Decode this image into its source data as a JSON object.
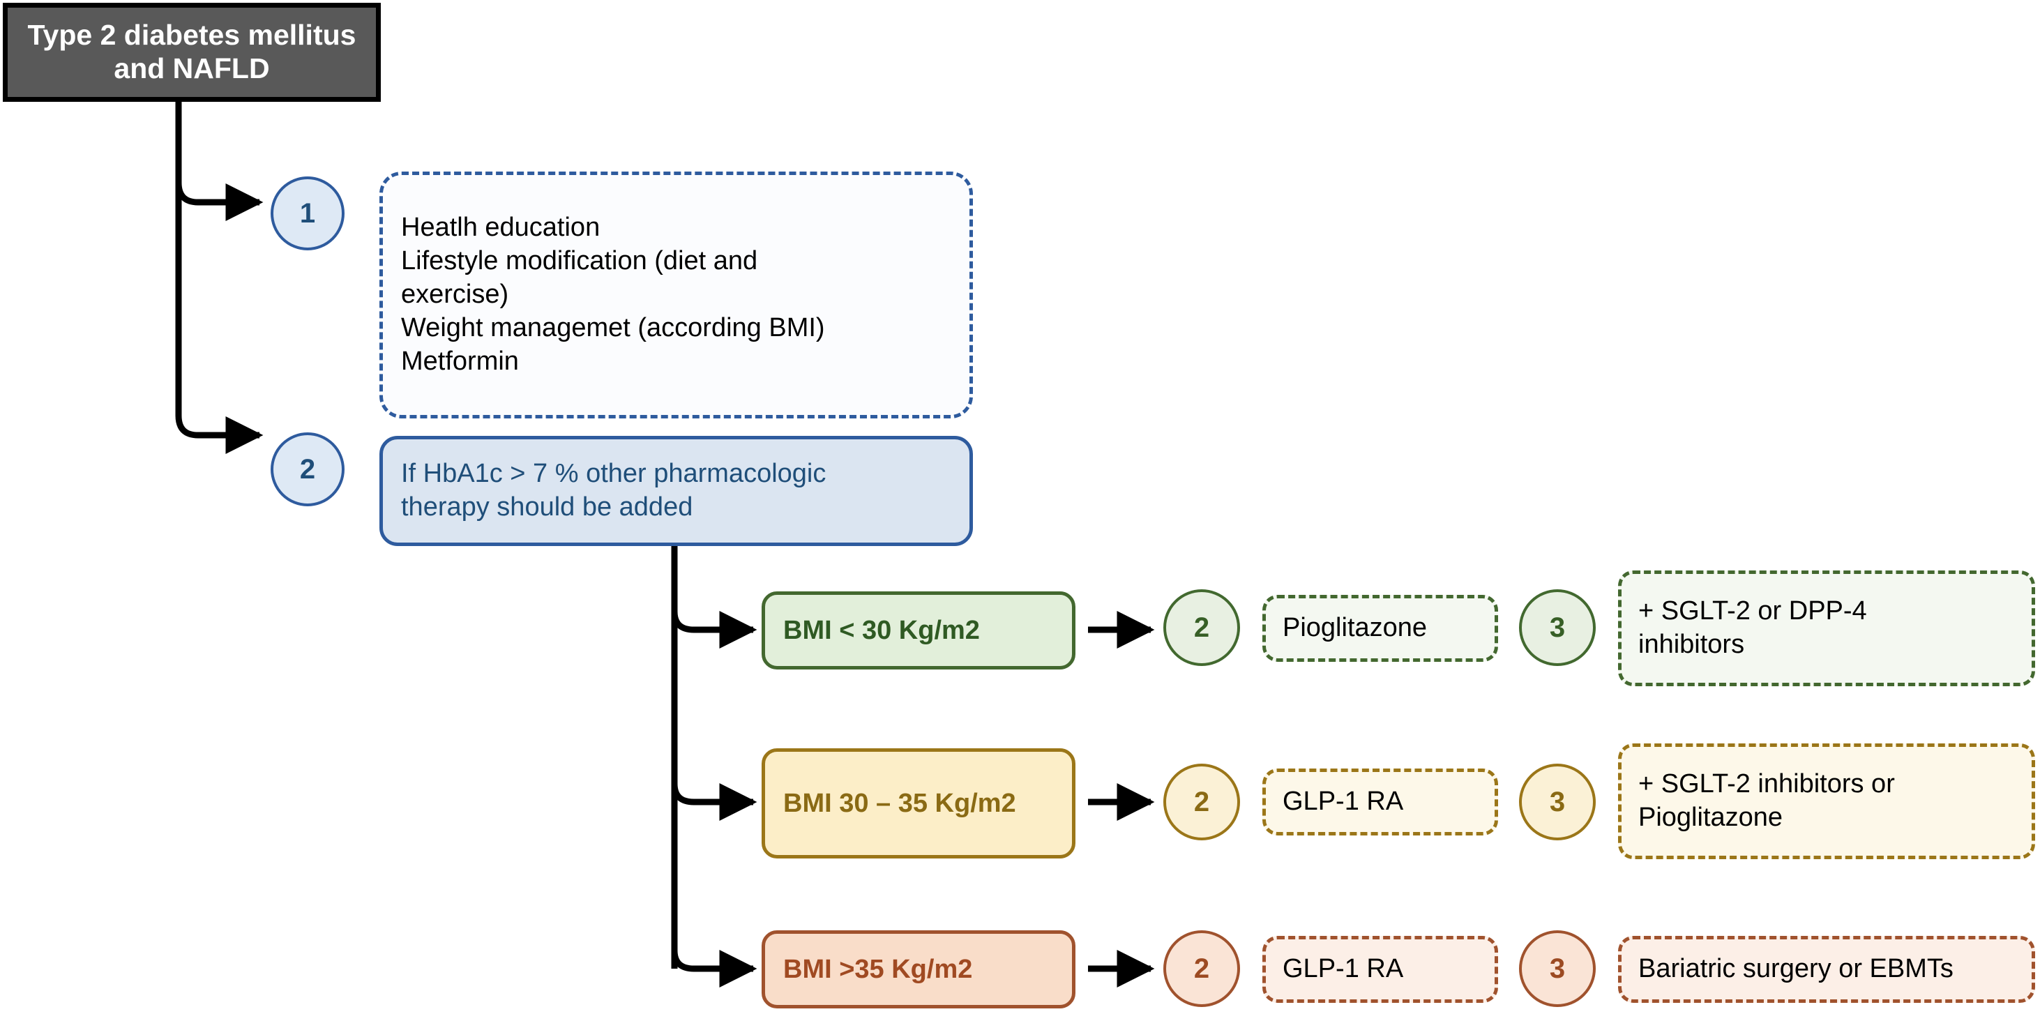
{
  "diagram": {
    "title_text": "Type 2 diabetes mellitus and NAFLD",
    "root": {
      "label": "Type 2 diabetes mellitus\nand NAFLD"
    },
    "steps": [
      {
        "number": "1",
        "body": "Heatlh education\nLifestyle modification (diet and\nexercise)\nWeight managemet (according BMI)\nMetformin"
      },
      {
        "number": "2",
        "body": "If HbA1c > 7 % other pharmacologic\ntherapy should be added"
      }
    ],
    "branches": [
      {
        "criteria": "BMI < 30 Kg/m2",
        "step_a_number": "2",
        "step_a_therapy": "Pioglitazone",
        "step_b_number": "3",
        "step_b_therapy": "+ SGLT-2 or DPP-4\ninhibitors",
        "color": "#43682f"
      },
      {
        "criteria": "BMI 30 – 35\nKg/m2",
        "step_a_number": "2",
        "step_a_therapy": "GLP-1 RA",
        "step_b_number": "3",
        "step_b_therapy": "+ SGLT-2 inhibitors or\nPioglitazone",
        "color": "#9b7618"
      },
      {
        "criteria": "BMI >35 Kg/m2",
        "step_a_number": "2",
        "step_a_therapy": "GLP-1 RA",
        "step_b_number": "3",
        "step_b_therapy": "Bariatric surgery or EBMTs",
        "color": "#a0522d"
      }
    ],
    "colors": {
      "root_fill": "#595959",
      "root_border": "#000000",
      "blue_border": "#2e5b9e",
      "blue_fill": "#dbe5f1",
      "blue_text": "#1f4e79",
      "green": "#43682f",
      "yellow": "#9b7618",
      "orange": "#a0522d",
      "connector": "#000000"
    }
  }
}
